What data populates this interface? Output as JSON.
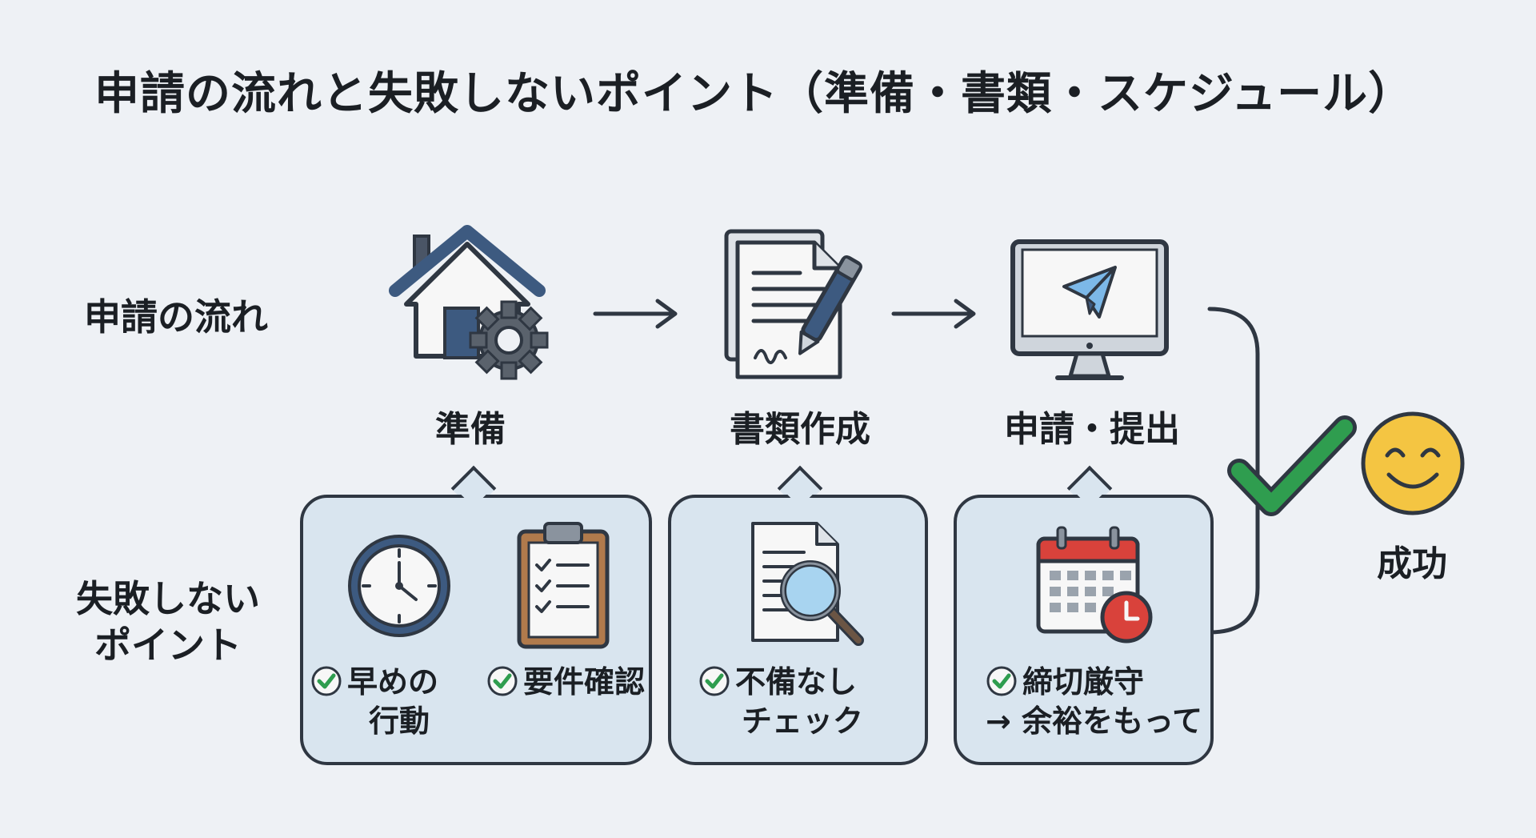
{
  "title": "申請の流れと失敗しないポイント（準備・書類・スケジュール）",
  "rows": {
    "flow_label": "申請の流れ",
    "points_label_line1": "失敗しない",
    "points_label_line2": "ポイント"
  },
  "steps": [
    {
      "label": "準備",
      "icon": "house-gear-icon"
    },
    {
      "label": "書類作成",
      "icon": "document-pen-icon"
    },
    {
      "label": "申請・提出",
      "icon": "monitor-send-icon"
    }
  ],
  "points": {
    "prep_a_line1": "早めの",
    "prep_a_line2": "行動",
    "prep_b": "要件確認",
    "docs_line1": "不備なし",
    "docs_line2": "チェック",
    "submit_line1": "締切厳守",
    "submit_line2": "→ 余裕をもって"
  },
  "result": {
    "label": "成功",
    "icon": "smiley-icon"
  },
  "colors": {
    "accent_green": "#2f9d4f",
    "bubble_fill": "#d9e5ef",
    "outline": "#2f3742",
    "smiley": "#f4c542",
    "calendar_red": "#d9423b"
  }
}
